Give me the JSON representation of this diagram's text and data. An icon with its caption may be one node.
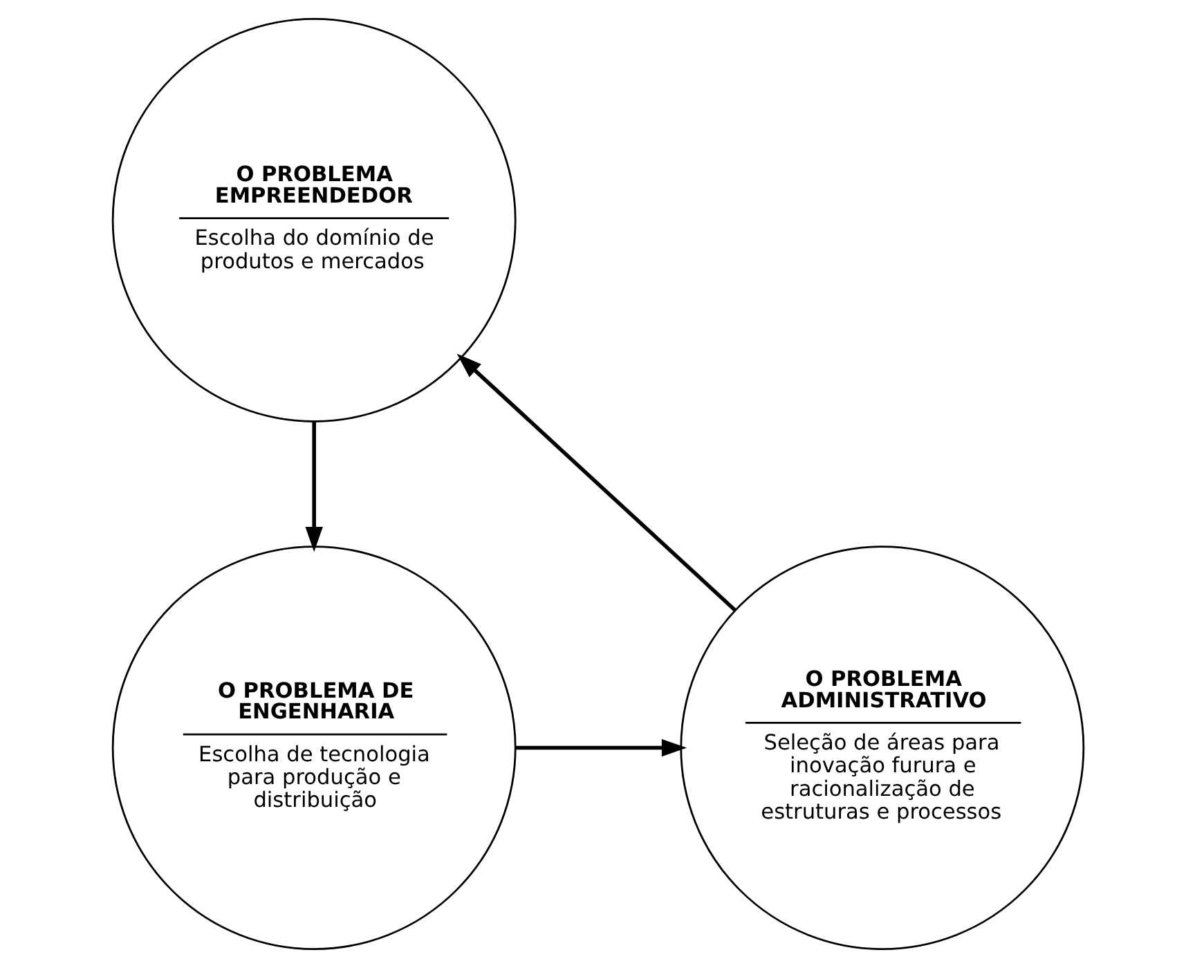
{
  "diagram": {
    "nodes": [
      {
        "text": [
          "O PROBLEMA EMPREENDEDOR",
          "Escolha do domínio de produtos e mercados"
        ]
      },
      {
        "text": [
          "O PROBLEMA ADMINISTRATIVO",
          "Seleção de áreas para inovação furura e racionalização de estruturas e processos"
        ]
      },
      {
        "text": [
          "O PROBLEMA DE ENGENHARIA",
          "Escolha de tecnologia para produção e distribuição"
        ]
      }
    ],
    "edges": [
      {
        "from": 0,
        "to": 2,
        "arrow": "to"
      },
      {
        "from": 2,
        "to": 1,
        "arrow": "to"
      },
      {
        "from": 1,
        "to": 0,
        "arrow": "to"
      }
    ]
  }
}
